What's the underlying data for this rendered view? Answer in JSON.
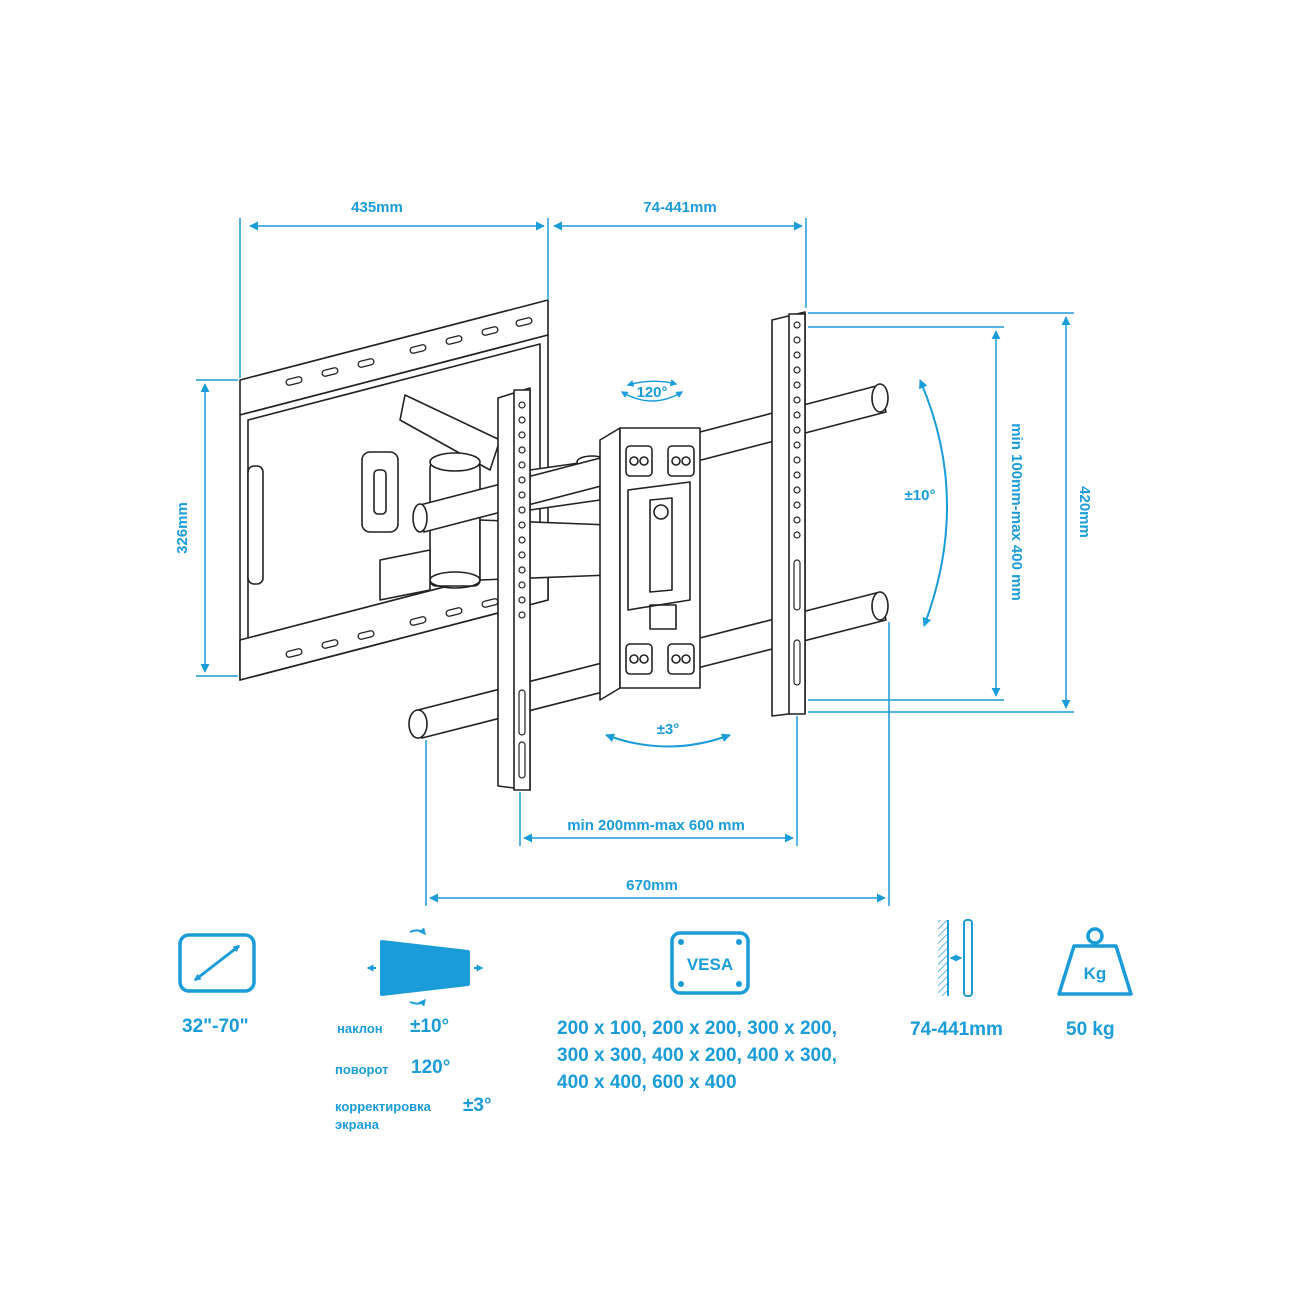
{
  "dimensions": {
    "plate_width": "435mm",
    "arm_extension": "74-441mm",
    "plate_height": "326mm",
    "vesa_vertical": "min 100mm-max 400 mm",
    "bracket_height": "420mm",
    "vesa_horizontal": "min 200mm-max 600 mm",
    "bracket_width": "670mm"
  },
  "angles": {
    "swivel": "120°",
    "tilt": "±10°",
    "level": "±3°"
  },
  "icons": {
    "screen_size_icon": "diagonal-arrow-icon",
    "adjust_icon": "screen-adjust-icon",
    "vesa_badge": "VESA",
    "wall_distance_icon": "wall-distance-icon",
    "weight_badge": "Kg"
  },
  "specs": {
    "screen_size": "32\"-70\"",
    "tilt_label": "наклон",
    "tilt_value": "±10°",
    "swivel_label": "поворот",
    "swivel_value": "120°",
    "level_label_1": "корректировка",
    "level_label_2": "экрана",
    "level_value": "±3°",
    "vesa_line_1": "200 x 100, 200 x 200, 300 x 200,",
    "vesa_line_2": "300 x 300, 400 x 200, 400 x 300,",
    "vesa_line_3": "400 x 400, 600 x 400",
    "wall_distance": "74-441mm",
    "max_load": "50 kg"
  },
  "colors": {
    "accent": "#1a9cd8",
    "line": "#222222"
  }
}
